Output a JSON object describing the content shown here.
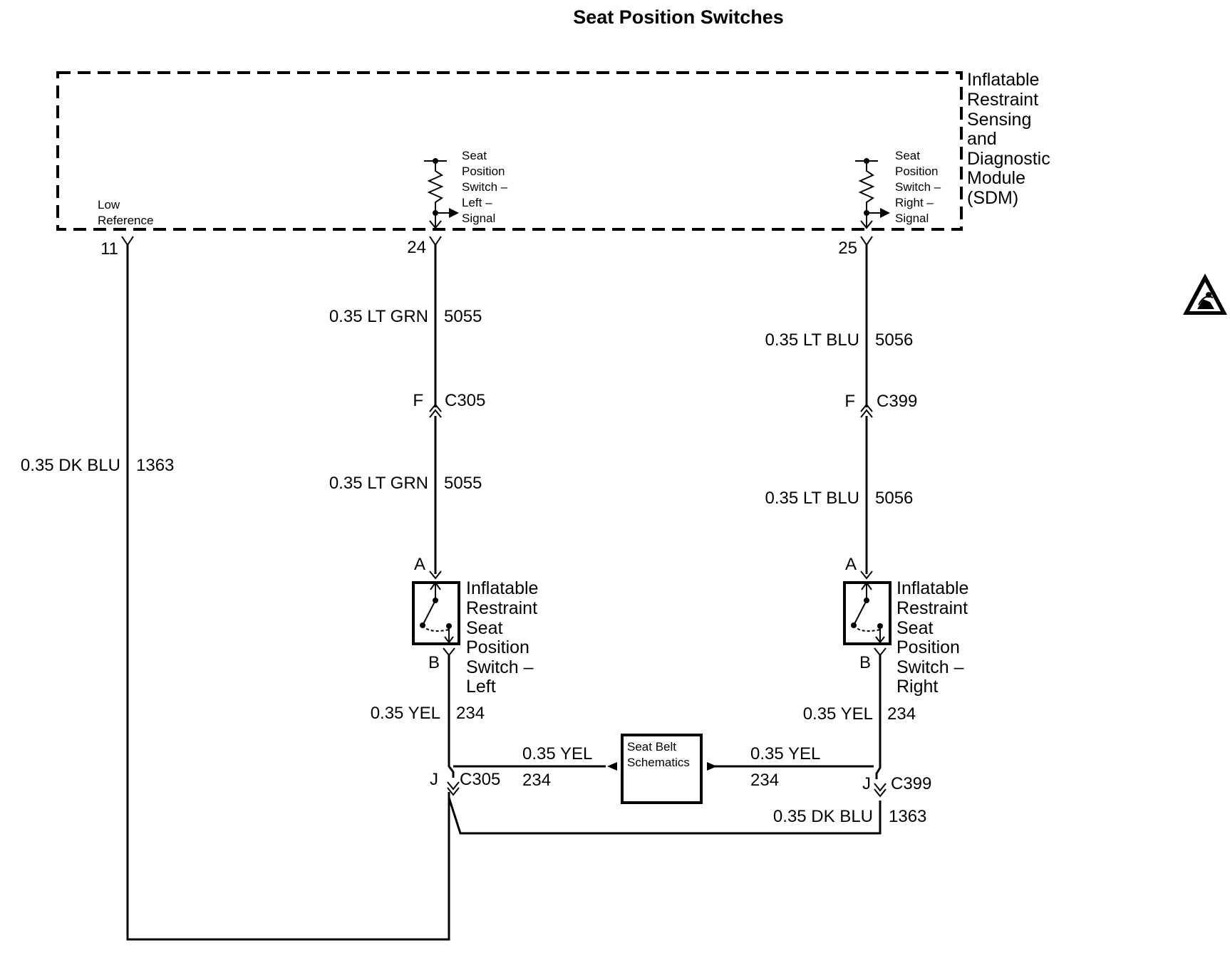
{
  "title": "Seat Position Switches",
  "sdm": {
    "label_lines": [
      "Inflatable",
      "Restraint",
      "Sensing",
      "and",
      "Diagnostic",
      "Module",
      "(SDM)"
    ],
    "low_reference": [
      "Low",
      "Reference"
    ],
    "left_signal": [
      "Seat",
      "Position",
      "Switch –",
      "Left –",
      "Signal"
    ],
    "right_signal": [
      "Seat",
      "Position",
      "Switch –",
      "Right –",
      "Signal"
    ],
    "pins": {
      "low_ref": "11",
      "left": "24",
      "right": "25"
    }
  },
  "wires": {
    "ground_main": {
      "gauge_color": "0.35 DK BLU",
      "circuit": "1363"
    },
    "left_upper": {
      "gauge_color": "0.35 LT GRN",
      "circuit": "5055"
    },
    "left_lower": {
      "gauge_color": "0.35 LT GRN",
      "circuit": "5055"
    },
    "right_upper": {
      "gauge_color": "0.35 LT BLU",
      "circuit": "5056"
    },
    "right_lower": {
      "gauge_color": "0.35 LT BLU",
      "circuit": "5056"
    },
    "left_yel": {
      "gauge_color": "0.35 YEL",
      "circuit": "234"
    },
    "right_yel": {
      "gauge_color": "0.35 YEL",
      "circuit": "234"
    },
    "seatbelt_left": {
      "gauge_color": "0.35 YEL",
      "circuit": "234"
    },
    "seatbelt_right": {
      "gauge_color": "0.35 YEL",
      "circuit": "234"
    },
    "ground_right": {
      "gauge_color": "0.35 DK BLU",
      "circuit": "1363"
    }
  },
  "connectors": {
    "left_inline": {
      "pin": "F",
      "name": "C305"
    },
    "right_inline": {
      "pin": "F",
      "name": "C399"
    },
    "left_ground": {
      "pin": "J",
      "name": "C305"
    },
    "right_ground": {
      "pin": "J",
      "name": "C399"
    }
  },
  "switches": {
    "left": {
      "label_lines": [
        "Inflatable",
        "Restraint",
        "Seat",
        "Position",
        "Switch –",
        "Left"
      ],
      "pin_top": "A",
      "pin_bottom": "B"
    },
    "right": {
      "label_lines": [
        "Inflatable",
        "Restraint",
        "Seat",
        "Position",
        "Switch –",
        "Right"
      ],
      "pin_top": "A",
      "pin_bottom": "B"
    }
  },
  "seat_belt_box": {
    "label_lines": [
      "Seat Belt",
      "Schematics"
    ]
  },
  "icons": [
    "airbag-warning-icon"
  ]
}
